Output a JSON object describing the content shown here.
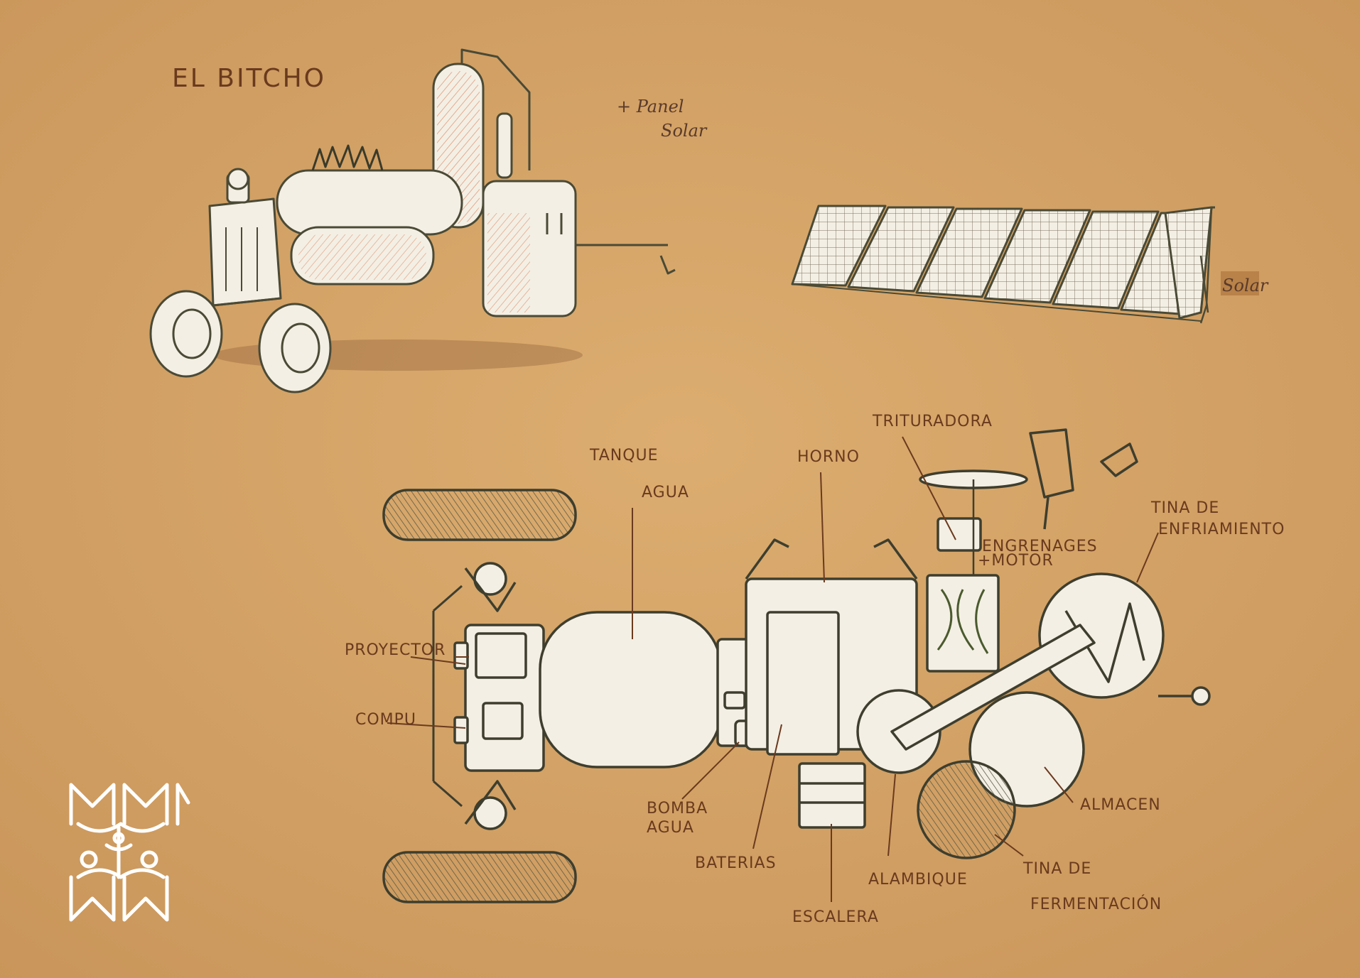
{
  "title": "EL BITCHO",
  "notes": {
    "top_note_1": "+ Panel",
    "top_note_2": "Solar",
    "solar_label": "Solar"
  },
  "labels": {
    "tanque_1": "TANQUE",
    "tanque_2": "AGUA",
    "horno": "HORNO",
    "trituradora": "TRITURADORA",
    "tina_enfriamiento_1": "TINA DE",
    "tina_enfriamiento_2": "ENFRIAMIENTO",
    "engrenages_1": "ENGRENAGES",
    "engrenages_2": "+MOTOR",
    "proyector": "PROYECTOR",
    "compu": "COMPU",
    "bomba_1": "BOMBA",
    "bomba_2": "AGUA",
    "baterias": "BATERIAS",
    "escalera": "ESCALERA",
    "alambique": "ALAMBIQUE",
    "almacen": "ALMACEN",
    "tina_fermentacion_1": "TINA DE",
    "tina_fermentacion_2": "FERMENTACIÓN"
  },
  "colors": {
    "paper": "#d8a868",
    "pencil": "#4a4a36",
    "ink": "#6a3a1e",
    "fill": "#f4efe4",
    "red_hatch": "#d2683e",
    "logo": "#ffffff"
  }
}
